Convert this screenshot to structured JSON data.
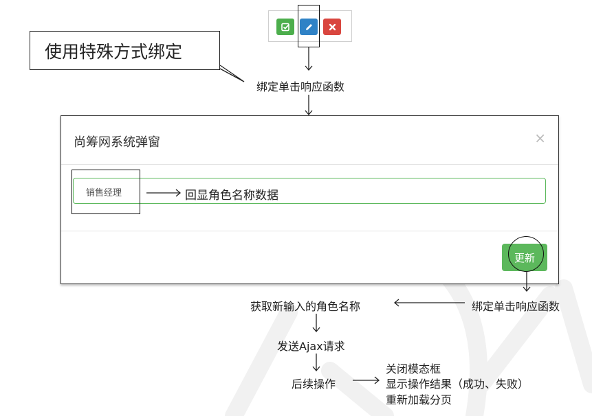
{
  "toolbar": {
    "buttons": [
      {
        "name": "check-icon",
        "color": "#4cae4c"
      },
      {
        "name": "pencil-icon",
        "color": "#2f82c6"
      },
      {
        "name": "close-icon",
        "color": "#d9463f"
      }
    ]
  },
  "callout": {
    "text": "使用特殊方式绑定"
  },
  "flow": {
    "bind_click_top": "绑定单击响应函数",
    "get_input": "获取新输入的角色名称",
    "bind_click_right": "绑定单击响应函数",
    "send_ajax": "发送Ajax请求",
    "followup": "后续操作",
    "result_lines": [
      "关闭模态框",
      "显示操作结果（成功、失败）",
      "重新加载分页"
    ]
  },
  "modal": {
    "title": "尚筹网系统弹窗",
    "close_symbol": "×",
    "input_value": "销售经理",
    "echo_label": "回显角色名称数据",
    "update_label": "更新"
  }
}
